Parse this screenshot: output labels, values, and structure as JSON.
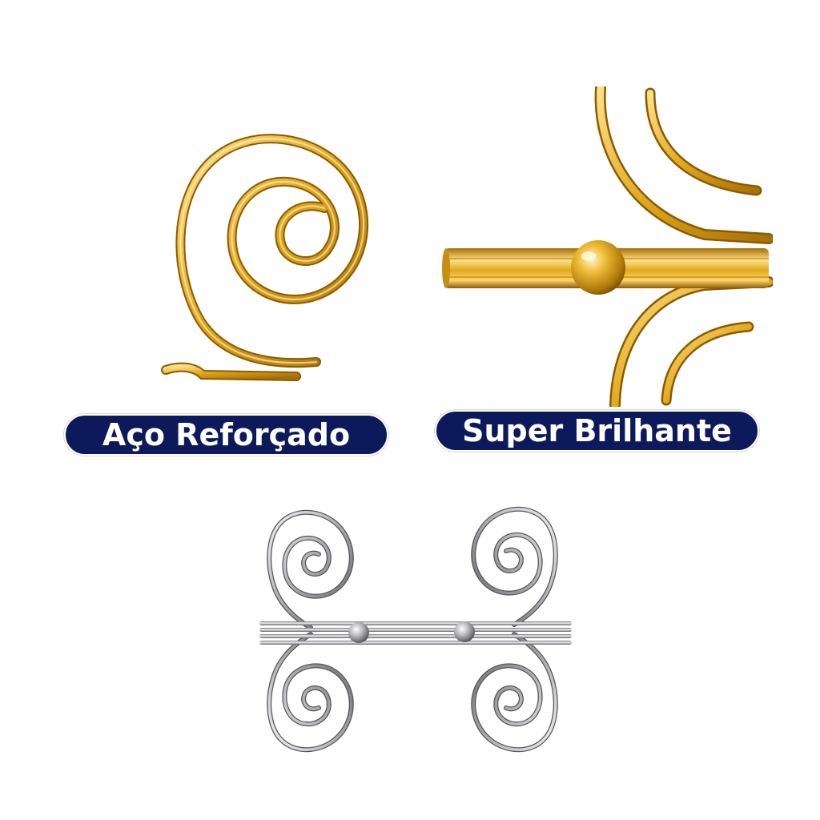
{
  "labels": {
    "left": "Aço Reforçado",
    "right": "Super Brilhante"
  },
  "colors": {
    "pill_background": "#0c1a5c",
    "pill_text": "#ffffff",
    "gold_dark": "#b07a08",
    "gold_mid": "#e2a91c",
    "gold_light": "#ffe08a",
    "silver_dark": "#5a5a5e",
    "silver_mid": "#a8a8ae",
    "silver_light": "#f2f2f4"
  },
  "images": {
    "spiral_closeup": "gold-spiral-wire-photo",
    "bead_closeup": "gold-bead-bar-photo",
    "bracelet": "silver-spiral-cuff-photo"
  }
}
